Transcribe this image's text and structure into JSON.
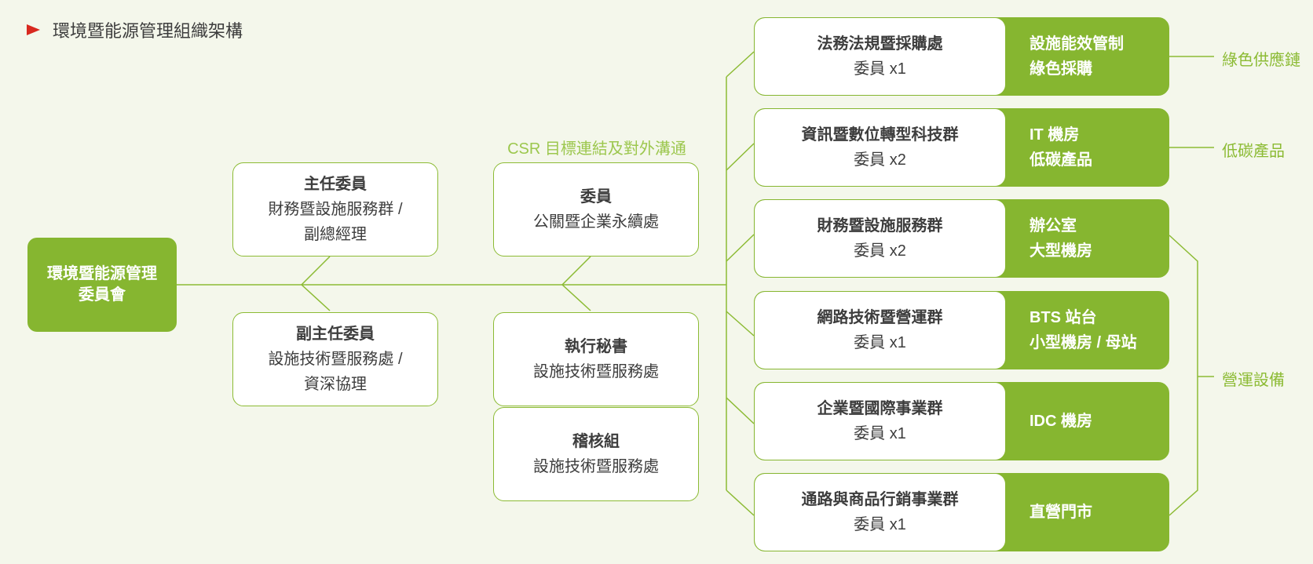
{
  "title": "環境暨能源管理組織架構",
  "root": {
    "line1": "環境暨能源管理",
    "line2": "委員會"
  },
  "chair": {
    "title": "主任委員",
    "line1": "財務暨設施服務群 /",
    "line2": "副總經理"
  },
  "vice_chair": {
    "title": "副主任委員",
    "line1": "設施技術暨服務處 /",
    "line2": "資深協理"
  },
  "csr_label": "CSR 目標連結及對外溝通",
  "member": {
    "title": "委員",
    "line1": "公關暨企業永續處"
  },
  "exec_secretary": {
    "title": "執行秘書",
    "line1": "設施技術暨服務處"
  },
  "audit": {
    "title": "稽核組",
    "line1": "設施技術暨服務處"
  },
  "departments": [
    {
      "name": "法務法規暨採購處",
      "members": "委員 x1",
      "scope1": "設施能效管制",
      "scope2": "綠色採購"
    },
    {
      "name": "資訊暨數位轉型科技群",
      "members": "委員 x2",
      "scope1": "IT 機房",
      "scope2": "低碳產品"
    },
    {
      "name": "財務暨設施服務群",
      "members": "委員 x2",
      "scope1": "辦公室",
      "scope2": "大型機房"
    },
    {
      "name": "網路技術暨營運群",
      "members": "委員 x1",
      "scope1": "BTS 站台",
      "scope2": "小型機房 / 母站"
    },
    {
      "name": "企業暨國際事業群",
      "members": "委員 x1",
      "scope1": "IDC 機房",
      "scope2": ""
    },
    {
      "name": "通路與商品行銷事業群",
      "members": "委員 x1",
      "scope1": "直營門市",
      "scope2": ""
    }
  ],
  "categories": {
    "green_supply_chain": "綠色供應鏈",
    "low_carbon": "低碳產品",
    "operations": "營運設備"
  },
  "colors": {
    "accent": "#86b630",
    "line": "#8cbb34",
    "background": "#f4f7eb",
    "marker": "#d8291f"
  }
}
